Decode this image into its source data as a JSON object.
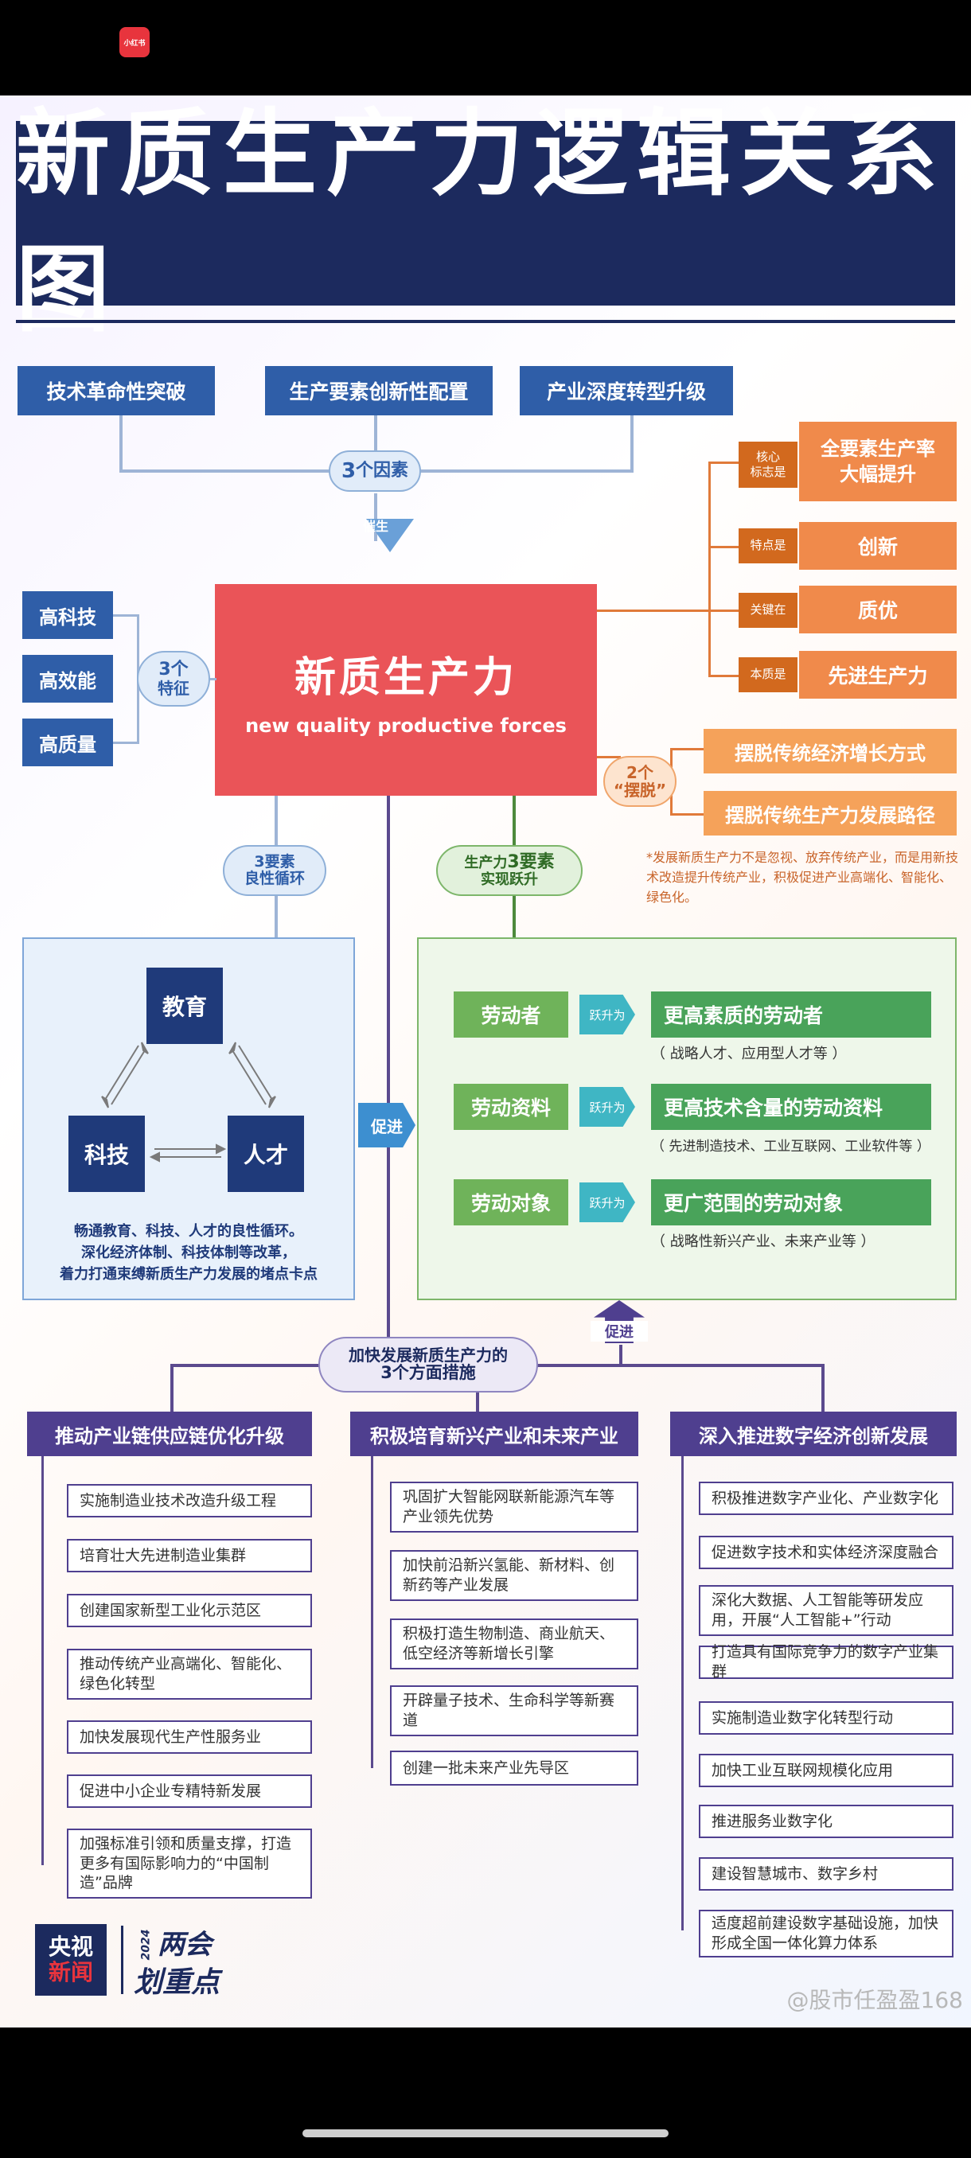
{
  "app": {
    "icon_label": "小红书"
  },
  "title": "新质生产力逻辑关系图",
  "factors": {
    "items": [
      "技术革命性突破",
      "生产要素创新性配置",
      "产业深度转型升级"
    ],
    "pill_num": "3",
    "pill_text": "个因素",
    "arrow_label": "催生"
  },
  "center": {
    "zh": "新质生产力",
    "en": "new quality productive forces"
  },
  "features": {
    "items": [
      "高科技",
      "高效能",
      "高质量"
    ],
    "pill_num": "3个",
    "pill_text": "特征"
  },
  "right": {
    "items": [
      {
        "tag": "核心\n标志是",
        "value": "全要素生产率\n大幅提升"
      },
      {
        "tag": "特点是",
        "value": "创新"
      },
      {
        "tag": "关键在",
        "value": "质优"
      },
      {
        "tag": "本质是",
        "value": "先进生产力"
      }
    ]
  },
  "break_free": {
    "pill_num": "2个",
    "pill_text": "“摆脱”",
    "items": [
      "摆脱传统经济增长方式",
      "摆脱传统生产力发展路径"
    ],
    "note": "*发展新质生产力不是忽视、放弃传统产业，而是用新技术改造提升传统产业，积极促进产业高端化、智能化、绿色化。"
  },
  "cycle": {
    "pill_num": "3要素",
    "pill_text": "良性循环",
    "education": "教育",
    "tech": "科技",
    "talent": "人才",
    "desc": "畅通教育、科技、人才的良性循环。\n深化经济体制、科技体制等改革，\n着力打通束缚新质生产力发展的堵点卡点"
  },
  "promote": "促进",
  "leap": {
    "pill_a": "生产力",
    "pill_num": "3要素",
    "pill_b": "实现跃升",
    "arrow": "跃升为",
    "rows": [
      {
        "from": "劳动者",
        "to": "更高素质的劳动者",
        "note": "（ 战略人才、应用型人才等 ）"
      },
      {
        "from": "劳动资料",
        "to": "更高技术含量的劳动资料",
        "note": "（ 先进制造技术、工业互联网、工业软件等 ）"
      },
      {
        "from": "劳动对象",
        "to": "更广范围的劳动对象",
        "note": "（ 战略性新兴产业、未来产业等 ）"
      }
    ]
  },
  "measures": {
    "pill_line1": "加快发展新质生产力的",
    "pill_line2": "3个方面措施",
    "promote": "促进",
    "columns": [
      {
        "title": "推动产业链供应链优化升级",
        "items": [
          "实施制造业技术改造升级工程",
          "培育壮大先进制造业集群",
          "创建国家新型工业化示范区",
          "推动传统产业高端化、智能化、绿色化转型",
          "加快发展现代生产性服务业",
          "促进中小企业专精特新发展",
          "加强标准引领和质量支撑，打造更多有国际影响力的“中国制造”品牌"
        ]
      },
      {
        "title": "积极培育新兴产业和未来产业",
        "items": [
          "巩固扩大智能网联新能源汽车等产业领先优势",
          "加快前沿新兴氢能、新材料、创新药等产业发展",
          "积极打造生物制造、商业航天、低空经济等新增长引擎",
          "开辟量子技术、生命科学等新赛道",
          "创建一批未来产业先导区"
        ]
      },
      {
        "title": "深入推进数字经济创新发展",
        "items": [
          "积极推进数字产业化、产业数字化",
          "促进数字技术和实体经济深度融合",
          "深化大数据、人工智能等研发应用，开展“人工智能+”行动",
          "打造具有国际竞争力的数字产业集群",
          "实施制造业数字化转型行动",
          "加快工业互联网规模化应用",
          "推进服务业数字化",
          "建设智慧城市、数字乡村",
          "适度超前建设数字基础设施，加快形成全国一体化算力体系"
        ]
      }
    ]
  },
  "logo": {
    "cctv_line1": "央视",
    "cctv_line2": "新闻",
    "year": "2024",
    "brand_line1": "两会",
    "brand_line2": "划重点"
  },
  "watermark": "@股市任盈盈168"
}
